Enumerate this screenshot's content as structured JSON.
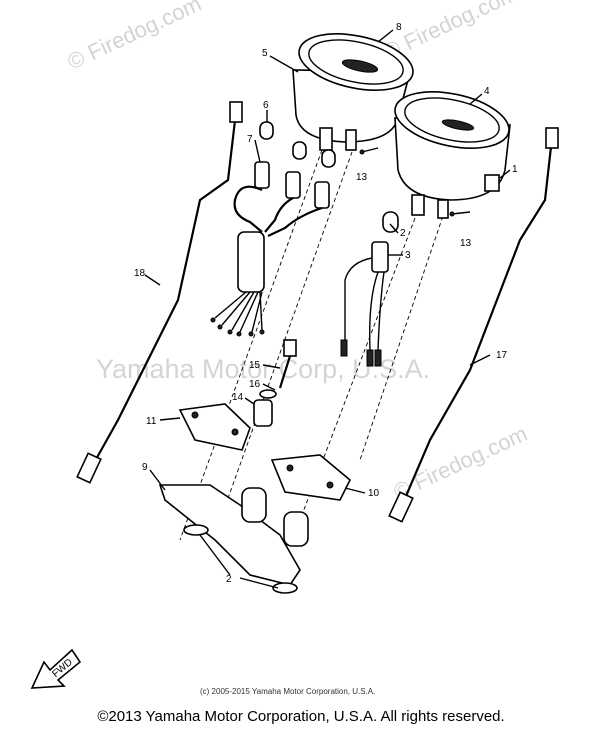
{
  "watermarks": {
    "firedog_1": "© Firedog.com",
    "firedog_2": "© Firedog.com",
    "firedog_3": "© Firedog.com",
    "yamaha": "Yamaha Motor Corp, U.S.A."
  },
  "callouts": {
    "c1": "1",
    "c2": "2",
    "c2b": "2",
    "c3": "3",
    "c4": "4",
    "c5": "5",
    "c6": "6",
    "c7": "7",
    "c8": "8",
    "c9": "9",
    "c10": "10",
    "c11": "11",
    "c13": "13",
    "c13b": "13",
    "c14": "14",
    "c15": "15",
    "c16": "16",
    "c17": "17",
    "c18": "18"
  },
  "front_arrow": "FWD",
  "credit_line": "(c) 2005-2015 Yamaha Motor Corporation, U.S.A.",
  "copyright": "©2013 Yamaha Motor Corporation, U.S.A. All rights reserved."
}
